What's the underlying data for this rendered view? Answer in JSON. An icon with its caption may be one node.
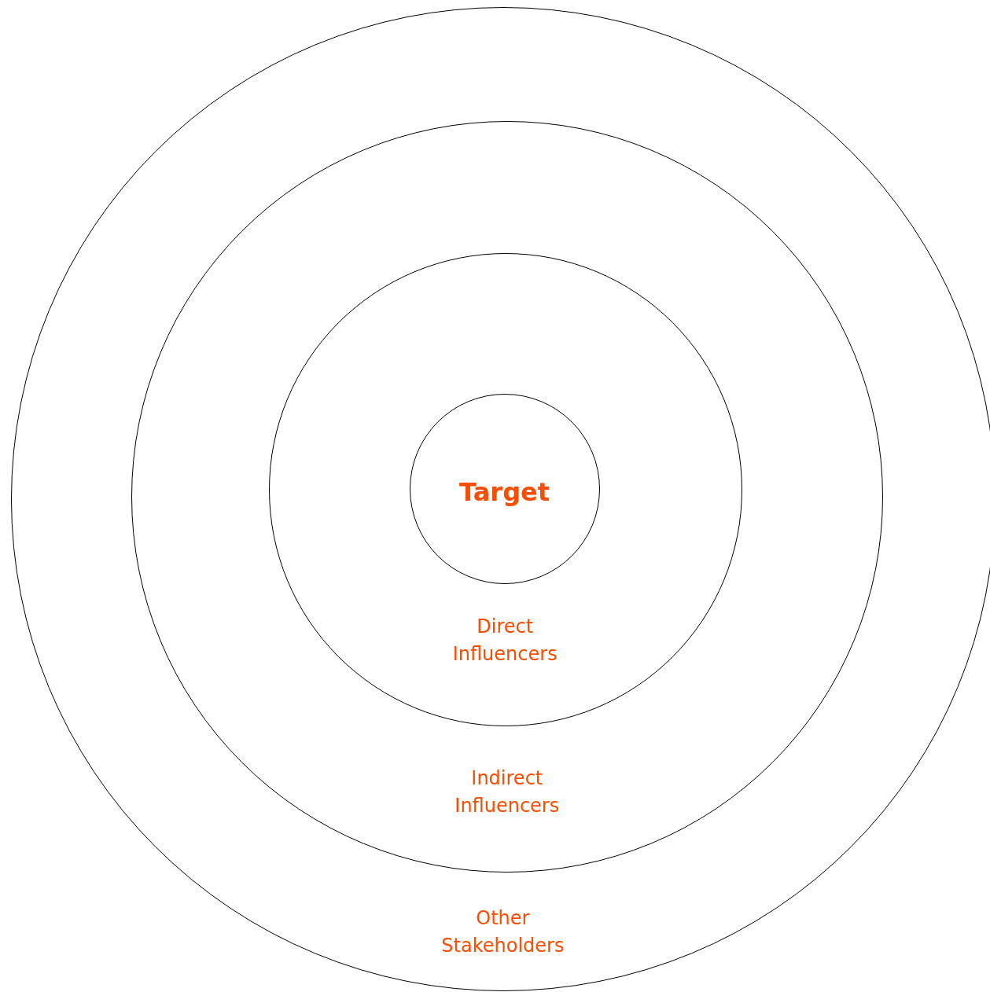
{
  "diagram": {
    "nodes": [
      {
        "text": [
          "Other Stakeholders"
        ]
      },
      {
        "text": [
          "Indirect Influencers"
        ],
        "in": 0
      },
      {
        "text": [
          "Direct Influencers"
        ],
        "in": 1
      },
      {
        "text": [
          "Target"
        ],
        "in": 2
      }
    ]
  }
}
